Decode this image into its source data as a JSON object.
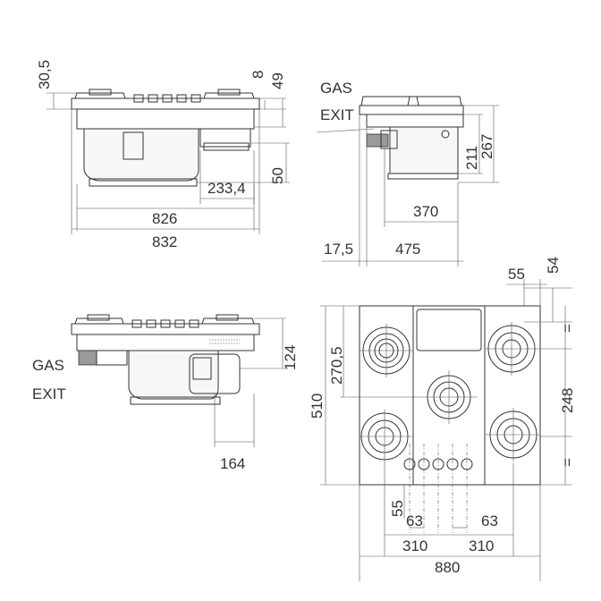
{
  "labels": {
    "gas_exit_line1": "GAS",
    "gas_exit_line2": "EXIT"
  },
  "dimensions": {
    "d_30_5": "30,5",
    "d_8": "8",
    "d_49": "49",
    "d_50": "50",
    "d_233_4": "233,4",
    "d_826": "826",
    "d_832": "832",
    "d_211": "211",
    "d_267": "267",
    "d_370": "370",
    "d_17_5": "17,5",
    "d_475": "475",
    "d_124": "124",
    "d_164": "164",
    "d_55_top": "55",
    "d_54": "54",
    "d_270_5": "270,5",
    "d_510": "510",
    "d_248": "248",
    "d_eq_top": "=",
    "d_eq_bottom": "=",
    "d_55_bottom": "55",
    "d_63_left": "63",
    "d_63_right": "63",
    "d_310_left": "310",
    "d_310_right": "310",
    "d_880": "880"
  }
}
